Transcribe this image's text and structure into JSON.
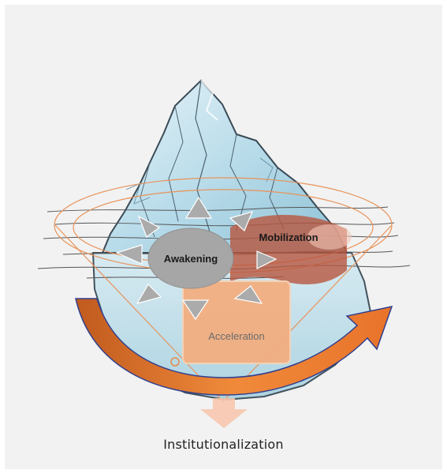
{
  "diagram": {
    "stages": {
      "awakening": "Awakening",
      "mobilization": "Mobilization",
      "acceleration": "Acceleration",
      "institutionalization": "Institutionalization"
    },
    "colors": {
      "background": "#f2f2f2",
      "ice_light": "#cfe6ef",
      "ice_mid": "#8fc3d6",
      "awakening_fill": "#a6a6a6",
      "mobilization_fill": "#c0604a",
      "acceleration_fill": "#f4b183",
      "arrow_orange": "#e87722",
      "arrow_border": "#2f3f8f"
    }
  }
}
